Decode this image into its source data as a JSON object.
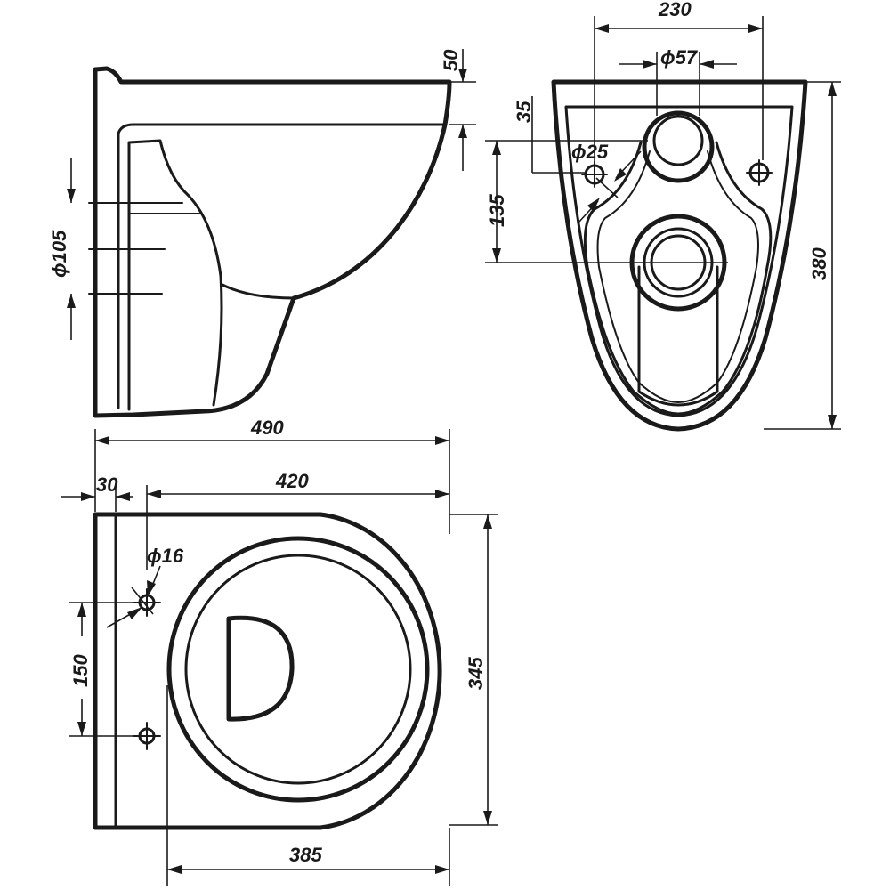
{
  "dimensions": {
    "side_top_offset": "50",
    "side_outlet_diameter": "ϕ105",
    "rear_width": "230",
    "rear_inlet_diameter": "ϕ57",
    "rear_bolt_offset": "35",
    "rear_bolt_diameter": "ϕ25",
    "rear_outlet_height": "135",
    "rear_height": "380",
    "top_total_length": "490",
    "top_back_thickness": "30",
    "top_bowl_length": "420",
    "top_bolt_diameter": "ϕ16",
    "top_bolt_spacing": "150",
    "top_width": "345",
    "top_seat_length": "385"
  },
  "colors": {
    "line": "#1a1a1a",
    "background": "#ffffff"
  }
}
